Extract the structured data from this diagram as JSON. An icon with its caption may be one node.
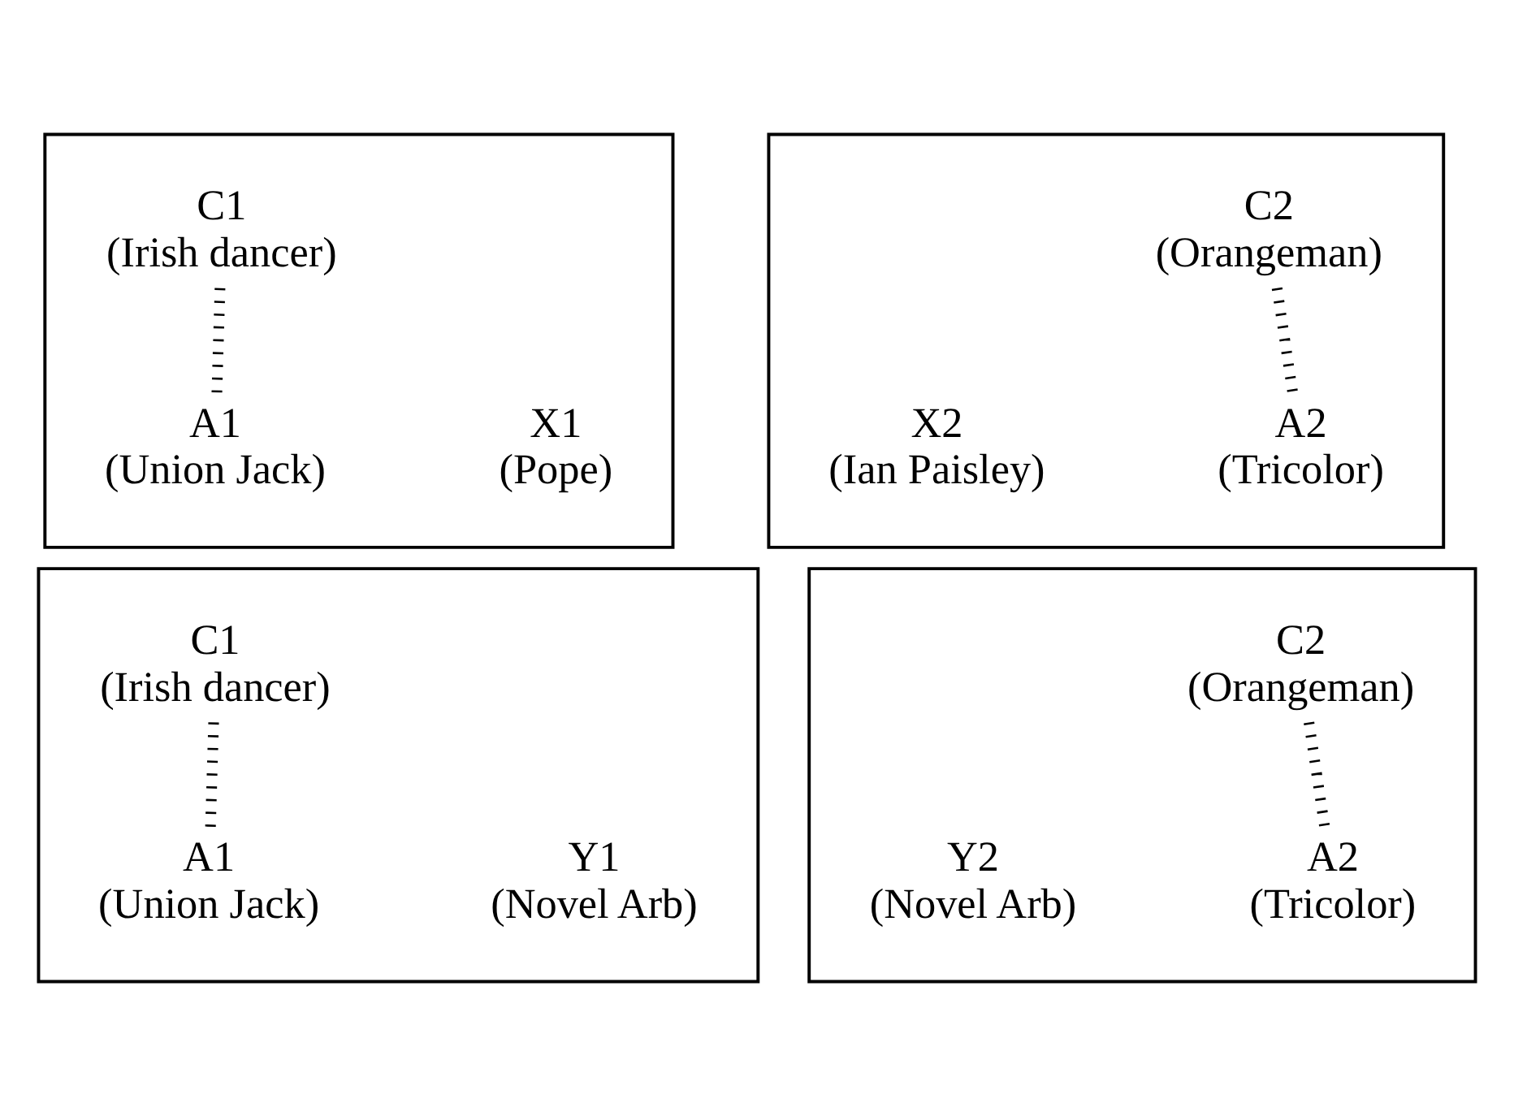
{
  "diagram": {
    "nodes": [
      {
        "text": [],
        "shape": "box"
      },
      {
        "text": [
          "C1",
          "(Irish dancer)"
        ],
        "in": 0
      },
      {
        "text": [
          "A1",
          "(Union Jack)"
        ],
        "in": 0
      },
      {
        "text": [
          "X1",
          "(Pope)"
        ],
        "in": 0
      },
      {
        "text": [],
        "shape": "box"
      },
      {
        "text": [
          "C2",
          "(Orangeman)"
        ],
        "in": 4
      },
      {
        "text": [
          "X2",
          "(Ian Paisley)"
        ],
        "in": 4
      },
      {
        "text": [
          "A2",
          "(Tricolor)"
        ],
        "in": 4
      },
      {
        "text": [],
        "shape": "box"
      },
      {
        "text": [
          "C1",
          "(Irish dancer)"
        ],
        "in": 8
      },
      {
        "text": [
          "A1",
          "(Union Jack)"
        ],
        "in": 8
      },
      {
        "text": [
          "Y1",
          "(Novel Arb)"
        ],
        "in": 8
      },
      {
        "text": [],
        "shape": "box"
      },
      {
        "text": [
          "C2",
          "(Orangeman)"
        ],
        "in": 12
      },
      {
        "text": [
          "Y2",
          "(Novel Arb)"
        ],
        "in": 12
      },
      {
        "text": [
          "A2",
          "(Tricolor)"
        ],
        "in": 12
      }
    ],
    "edges": [
      {
        "from": 1,
        "to": 2,
        "arrow": "none",
        "style": "dashed"
      },
      {
        "from": 5,
        "to": 7,
        "arrow": "none",
        "style": "dashed"
      },
      {
        "from": 9,
        "to": 10,
        "arrow": "none",
        "style": "dashed"
      },
      {
        "from": 13,
        "to": 15,
        "arrow": "none",
        "style": "dashed"
      }
    ]
  }
}
